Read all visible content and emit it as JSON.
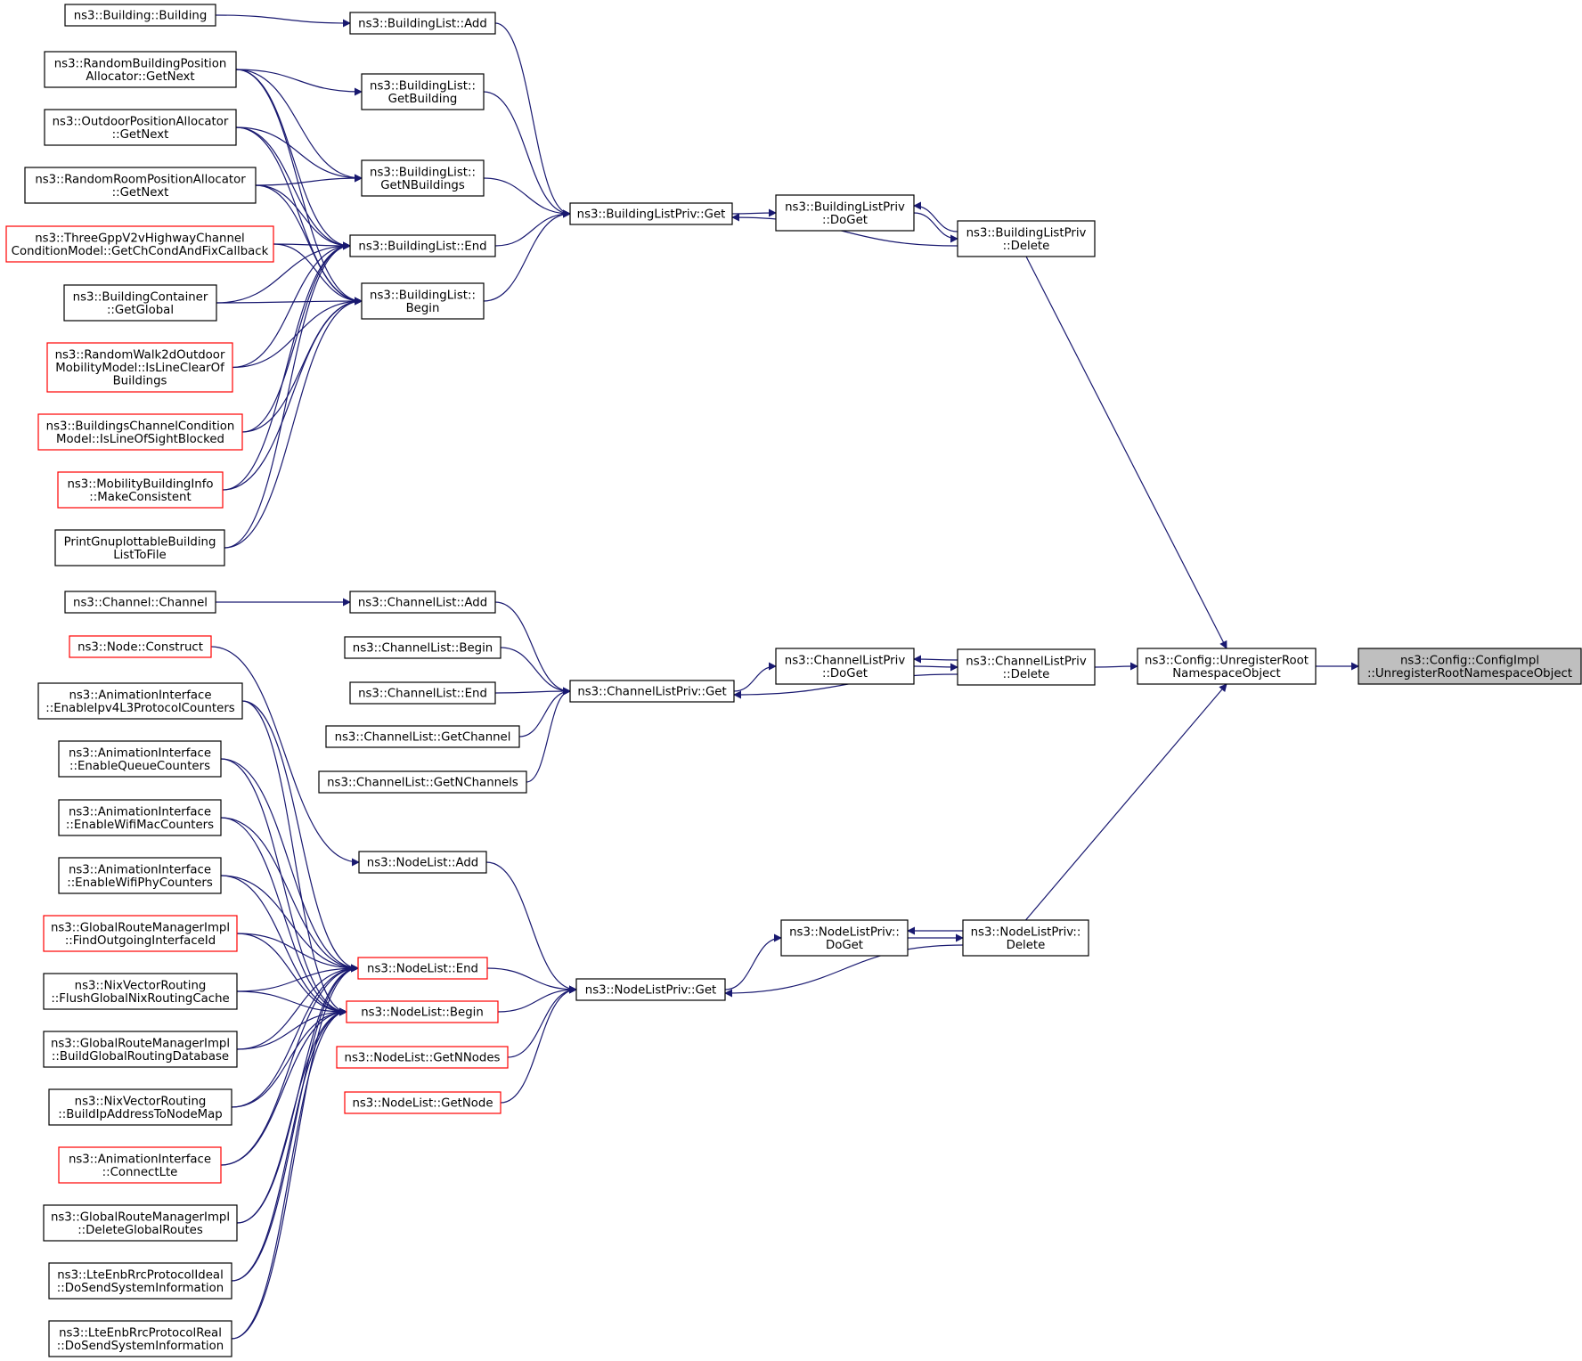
{
  "colors": {
    "edge": "#191970",
    "box_normal": "#000000",
    "box_red": "#ff0000",
    "box_focus_fill": "#bfbfbf",
    "box_fill": "#ffffff"
  },
  "nodes": [
    {
      "id": "focus",
      "lines": [
        "ns3::Config::ConfigImpl",
        "::UnregisterRootNamespaceObject"
      ],
      "style": "focus"
    },
    {
      "id": "unregister",
      "lines": [
        "ns3::Config::UnregisterRoot",
        "NamespaceObject"
      ],
      "style": "normal"
    },
    {
      "id": "blp_delete",
      "lines": [
        "ns3::BuildingListPriv",
        "::Delete"
      ],
      "style": "normal"
    },
    {
      "id": "clp_delete",
      "lines": [
        "ns3::ChannelListPriv",
        "::Delete"
      ],
      "style": "normal"
    },
    {
      "id": "nlp_delete",
      "lines": [
        "ns3::NodeListPriv::",
        "Delete"
      ],
      "style": "normal"
    },
    {
      "id": "blp_doget",
      "lines": [
        "ns3::BuildingListPriv",
        "::DoGet"
      ],
      "style": "normal"
    },
    {
      "id": "clp_doget",
      "lines": [
        "ns3::ChannelListPriv",
        "::DoGet"
      ],
      "style": "normal"
    },
    {
      "id": "nlp_doget",
      "lines": [
        "ns3::NodeListPriv::",
        "DoGet"
      ],
      "style": "normal"
    },
    {
      "id": "blp_get",
      "lines": [
        "ns3::BuildingListPriv::Get"
      ],
      "style": "normal"
    },
    {
      "id": "clp_get",
      "lines": [
        "ns3::ChannelListPriv::Get"
      ],
      "style": "normal"
    },
    {
      "id": "nlp_get",
      "lines": [
        "ns3::NodeListPriv::Get"
      ],
      "style": "normal"
    },
    {
      "id": "bl_add",
      "lines": [
        "ns3::BuildingList::Add"
      ],
      "style": "normal"
    },
    {
      "id": "bl_getbuilding",
      "lines": [
        "ns3::BuildingList::",
        "GetBuilding"
      ],
      "style": "normal"
    },
    {
      "id": "bl_getn",
      "lines": [
        "ns3::BuildingList::",
        "GetNBuildings"
      ],
      "style": "normal"
    },
    {
      "id": "bl_end",
      "lines": [
        "ns3::BuildingList::End"
      ],
      "style": "normal"
    },
    {
      "id": "bl_begin",
      "lines": [
        "ns3::BuildingList::",
        "Begin"
      ],
      "style": "normal"
    },
    {
      "id": "cl_add",
      "lines": [
        "ns3::ChannelList::Add"
      ],
      "style": "normal"
    },
    {
      "id": "cl_begin",
      "lines": [
        "ns3::ChannelList::Begin"
      ],
      "style": "normal"
    },
    {
      "id": "cl_end",
      "lines": [
        "ns3::ChannelList::End"
      ],
      "style": "normal"
    },
    {
      "id": "cl_getchannel",
      "lines": [
        "ns3::ChannelList::GetChannel"
      ],
      "style": "normal"
    },
    {
      "id": "cl_getn",
      "lines": [
        "ns3::ChannelList::GetNChannels"
      ],
      "style": "normal"
    },
    {
      "id": "nl_add",
      "lines": [
        "ns3::NodeList::Add"
      ],
      "style": "normal"
    },
    {
      "id": "nl_end",
      "lines": [
        "ns3::NodeList::End"
      ],
      "style": "red"
    },
    {
      "id": "nl_begin",
      "lines": [
        "ns3::NodeList::Begin"
      ],
      "style": "red"
    },
    {
      "id": "nl_getn",
      "lines": [
        "ns3::NodeList::GetNNodes"
      ],
      "style": "red"
    },
    {
      "id": "nl_getnode",
      "lines": [
        "ns3::NodeList::GetNode"
      ],
      "style": "red"
    },
    {
      "id": "building_ctor",
      "lines": [
        "ns3::Building::Building"
      ],
      "style": "normal"
    },
    {
      "id": "rbpa",
      "lines": [
        "ns3::RandomBuildingPosition",
        "Allocator::GetNext"
      ],
      "style": "normal"
    },
    {
      "id": "opa",
      "lines": [
        "ns3::OutdoorPositionAllocator",
        "::GetNext"
      ],
      "style": "normal"
    },
    {
      "id": "rrpa",
      "lines": [
        "ns3::RandomRoomPositionAllocator",
        "::GetNext"
      ],
      "style": "normal"
    },
    {
      "id": "tgpp",
      "lines": [
        "ns3::ThreeGppV2vHighwayChannel",
        "ConditionModel::GetChCondAndFixCallback"
      ],
      "style": "red"
    },
    {
      "id": "bc_global",
      "lines": [
        "ns3::BuildingContainer",
        "::GetGlobal"
      ],
      "style": "normal"
    },
    {
      "id": "rw2d",
      "lines": [
        "ns3::RandomWalk2dOutdoor",
        "MobilityModel::IsLineClearOf",
        "Buildings"
      ],
      "style": "red"
    },
    {
      "id": "bccm",
      "lines": [
        "ns3::BuildingsChannelCondition",
        "Model::IsLineOfSightBlocked"
      ],
      "style": "red"
    },
    {
      "id": "mbi",
      "lines": [
        "ns3::MobilityBuildingInfo",
        "::MakeConsistent"
      ],
      "style": "red"
    },
    {
      "id": "pgb",
      "lines": [
        "PrintGnuplottableBuilding",
        "ListToFile"
      ],
      "style": "normal"
    },
    {
      "id": "channel_ctor",
      "lines": [
        "ns3::Channel::Channel"
      ],
      "style": "normal"
    },
    {
      "id": "node_construct",
      "lines": [
        "ns3::Node::Construct"
      ],
      "style": "red"
    },
    {
      "id": "ai_ipv4",
      "lines": [
        "ns3::AnimationInterface",
        "::EnableIpv4L3ProtocolCounters"
      ],
      "style": "normal"
    },
    {
      "id": "ai_queue",
      "lines": [
        "ns3::AnimationInterface",
        "::EnableQueueCounters"
      ],
      "style": "normal"
    },
    {
      "id": "ai_wifimac",
      "lines": [
        "ns3::AnimationInterface",
        "::EnableWifiMacCounters"
      ],
      "style": "normal"
    },
    {
      "id": "ai_wifiphy",
      "lines": [
        "ns3::AnimationInterface",
        "::EnableWifiPhyCounters"
      ],
      "style": "normal"
    },
    {
      "id": "grm_find",
      "lines": [
        "ns3::GlobalRouteManagerImpl",
        "::FindOutgoingInterfaceId"
      ],
      "style": "red"
    },
    {
      "id": "nvr_flush",
      "lines": [
        "ns3::NixVectorRouting",
        "::FlushGlobalNixRoutingCache"
      ],
      "style": "normal"
    },
    {
      "id": "grm_build",
      "lines": [
        "ns3::GlobalRouteManagerImpl",
        "::BuildGlobalRoutingDatabase"
      ],
      "style": "normal"
    },
    {
      "id": "nvr_buildip",
      "lines": [
        "ns3::NixVectorRouting",
        "::BuildIpAddressToNodeMap"
      ],
      "style": "normal"
    },
    {
      "id": "ai_lte",
      "lines": [
        "ns3::AnimationInterface",
        "::ConnectLte"
      ],
      "style": "red"
    },
    {
      "id": "grm_delete",
      "lines": [
        "ns3::GlobalRouteManagerImpl",
        "::DeleteGlobalRoutes"
      ],
      "style": "normal"
    },
    {
      "id": "lte_ideal",
      "lines": [
        "ns3::LteEnbRrcProtocolIdeal",
        "::DoSendSystemInformation"
      ],
      "style": "normal"
    },
    {
      "id": "lte_real",
      "lines": [
        "ns3::LteEnbRrcProtocolReal",
        "::DoSendSystemInformation"
      ],
      "style": "normal"
    }
  ]
}
